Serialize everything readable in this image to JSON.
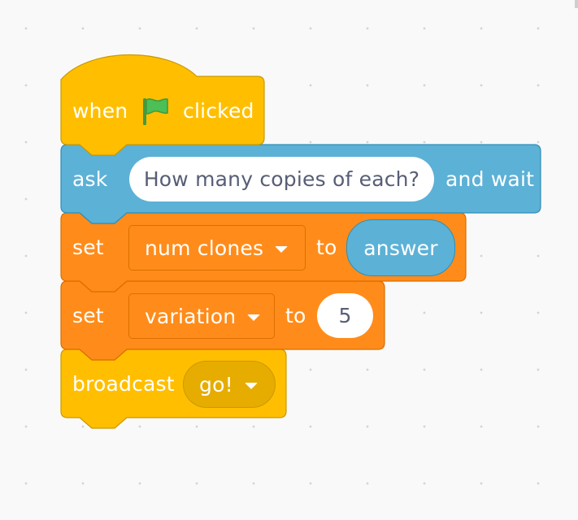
{
  "colors": {
    "events_fill": "#ffbf00",
    "events_stroke": "#cc9900",
    "events_dark_field": "#e6ac00",
    "sensing_fill": "#5cb1d6",
    "sensing_stroke": "#2e8eb8",
    "variables_fill": "#ff8c1a",
    "variables_stroke": "#db6e00",
    "flag_green": "#4cbf56",
    "flag_dark": "#45993d",
    "input_text": "#575e75"
  },
  "script": {
    "hat_block": {
      "label_before": "when",
      "icon": "green-flag-icon",
      "label_after": "clicked"
    },
    "ask_block": {
      "label": "ask",
      "input_text": "How many copies of each?",
      "label_after": "and wait"
    },
    "set_block_1": {
      "label": "set",
      "variable": "num clones",
      "label_to": "to",
      "value_reporter": "answer"
    },
    "set_block_2": {
      "label": "set",
      "variable": "variation",
      "label_to": "to",
      "value": "5"
    },
    "broadcast_block": {
      "label": "broadcast",
      "message": "go!"
    }
  }
}
